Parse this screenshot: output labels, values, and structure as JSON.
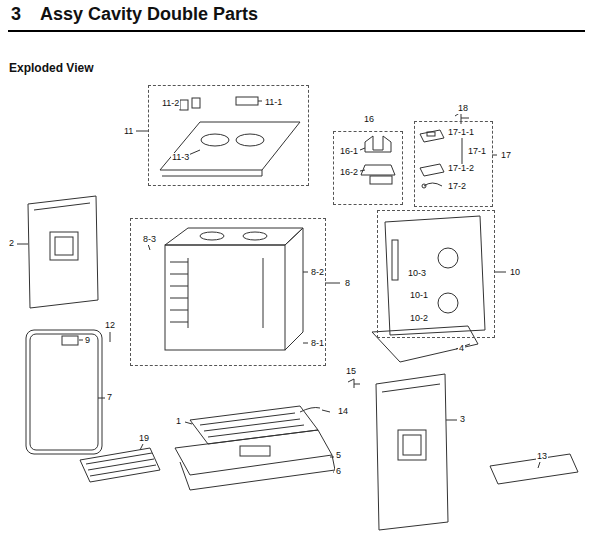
{
  "diagram": {
    "title": "Assy Cavity Double Parts",
    "nodes": [
      {
        "text": [
          "11",
          "11-2",
          "11-1",
          "11-3"
        ]
      },
      {
        "text": [
          "16",
          "16-1",
          "16-2"
        ]
      },
      {
        "text": [
          "17",
          "17-1-1",
          "17-1",
          "17-1-2",
          "17-2"
        ]
      },
      {
        "text": [
          "8",
          "8-3",
          "8-2",
          "8-1"
        ]
      },
      {
        "text": [
          "10",
          "10-3",
          "10-1",
          "10-2"
        ]
      }
    ],
    "labels": [
      "3",
      "Exploded View",
      "2",
      "12",
      "9",
      "7",
      "18",
      "4",
      "15",
      "14",
      "1",
      "3",
      "5",
      "6",
      "13",
      "19"
    ]
  }
}
